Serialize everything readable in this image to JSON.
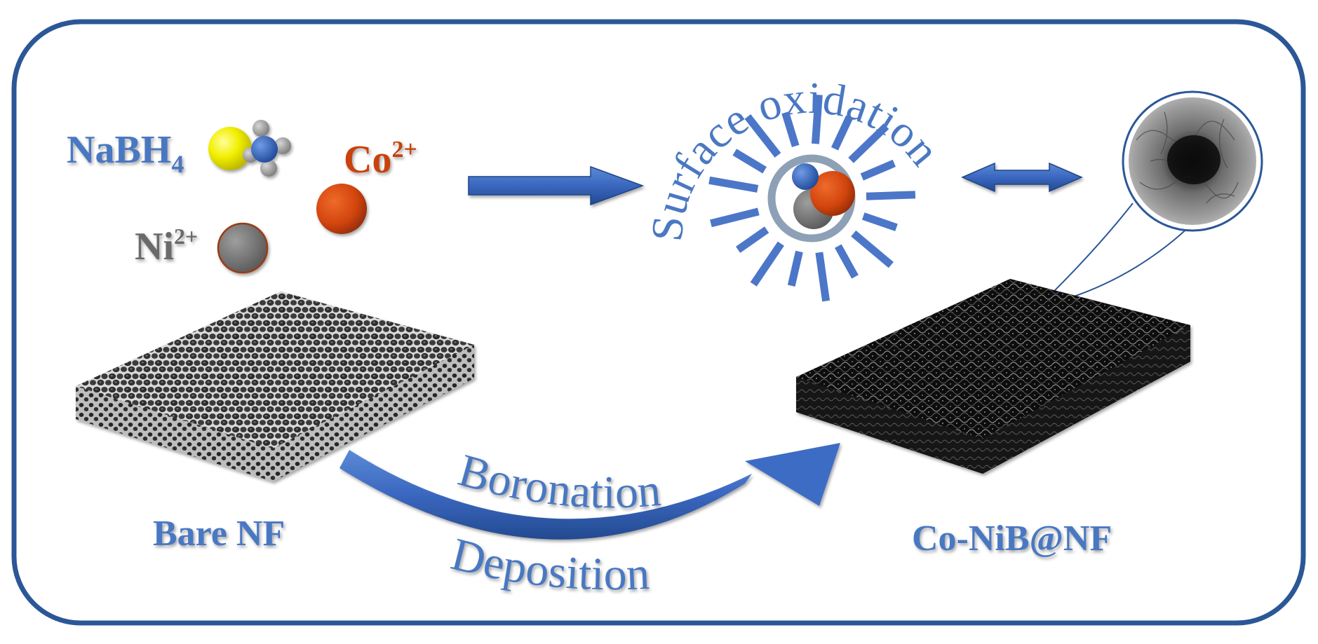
{
  "labels": {
    "nabh4_main": "NaBH",
    "nabh4_sub": "4",
    "co_main": "Co",
    "co_sup": "2+",
    "ni_main": "Ni",
    "ni_sup": "2+",
    "surface_oxidation": "Surface oxidation",
    "bare_nf": "Bare NF",
    "boronation": "Boronation",
    "deposition": "Deposition",
    "product": "Co-NiB@NF"
  },
  "colors": {
    "frame": "#2b5797",
    "label_blue": "#4a78c2",
    "arrow_blue": "#3d6cc4",
    "arrow_dark": "#2a4f92",
    "co_orange": "#c8430e",
    "ni_gray": "#6b6b6b",
    "b_yellow": "#f2ef00",
    "ray_blue": "#4c77c8",
    "shell": "#8da0b6"
  },
  "icons": {
    "nabh4_molecule": "molecule-icon",
    "co_ion": "sphere-icon",
    "ni_ion": "sphere-icon",
    "particle": "core-shell-particle-icon",
    "tem": "tem-micrograph-icon"
  }
}
